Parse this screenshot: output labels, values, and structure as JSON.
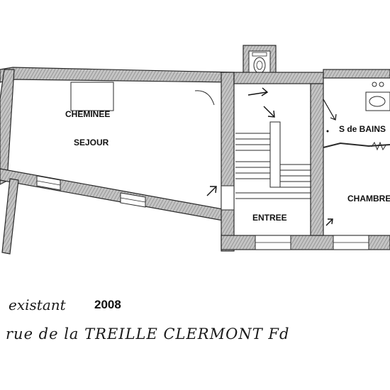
{
  "plan": {
    "rooms": {
      "cheminee": "CHEMINEE",
      "sejour": "SEJOUR",
      "salle_de_bains": "S de BAINS",
      "chambre": "CHAMBRE",
      "entree": "ENTREE"
    },
    "caption": {
      "existant": "existant",
      "year": "2008",
      "address": "rue de la TREILLE  CLERMONT Fd"
    }
  },
  "colors": {
    "wall_fill": "#b5b5b5",
    "wall_stroke": "#2a2a2a",
    "ink": "#111111",
    "paper": "#ffffff"
  }
}
